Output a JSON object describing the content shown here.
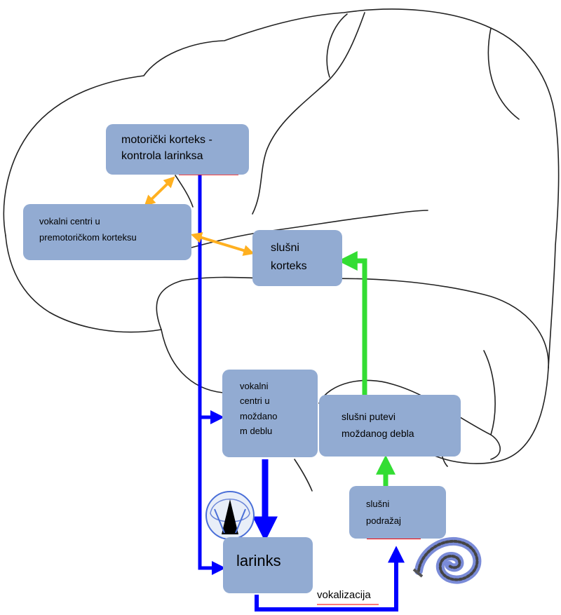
{
  "nodes": {
    "motor_cortex": "motorički korteks -\nkontrola larinksa",
    "premotor_vocal_centers": "vokalni centri u\npremotoričkom korteksu",
    "auditory_cortex": "slušni\nkorteks",
    "brainstem_vocal_centers": "vokalni\ncentri u\nmoždano\nm deblu",
    "brainstem_auditory_pathways": "slušni putevi\nmoždanog debla",
    "larynx": "larinks",
    "auditory_stimulus": "slušni\npodražaj"
  },
  "edge_labels": {
    "vocalization": "vokalizacija"
  },
  "colors": {
    "box_fill": "#92abd2",
    "motor_path": "#0000ff",
    "cortical_link": "#ffb020",
    "auditory_path": "#33dd33",
    "outline": "#222222",
    "accent_red": "#ff0000"
  },
  "icons": {
    "larynx": "larynx-cross-section-icon",
    "cochlea": "cochlea-icon"
  }
}
